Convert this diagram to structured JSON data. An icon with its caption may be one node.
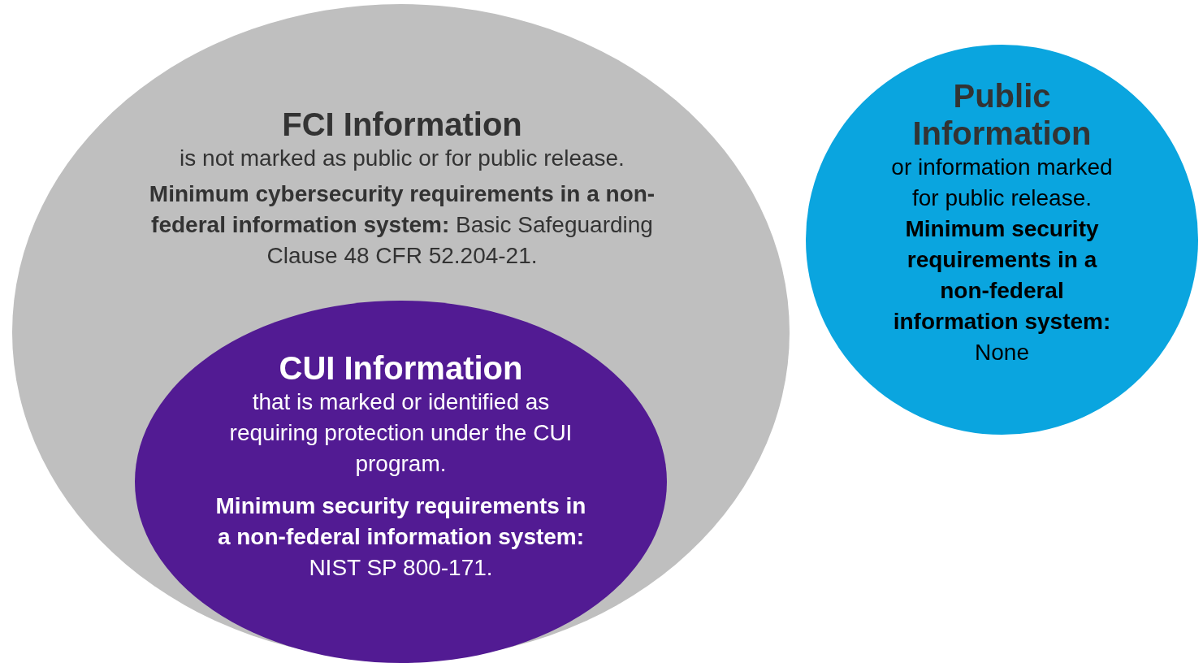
{
  "diagram": {
    "nodes": [
      {
        "text": [
          "FCI Information",
          "is not marked as public or for public release.",
          "**Minimum cybersecurity requirements in a non-federal information system:** Basic Safeguarding Clause 48 CFR 52.204-21."
        ]
      },
      {
        "text": [
          "CUI Information",
          "that is marked or identified as requiring protection under the CUI program.",
          "**Minimum security requirements in a non-federal information system:** NIST SP 800-171."
        ],
        "in": 0
      },
      {
        "text": [
          "Public Information",
          "or information marked for public release.",
          "**Minimum security requirements in a non-federal information system:** None"
        ]
      }
    ]
  }
}
